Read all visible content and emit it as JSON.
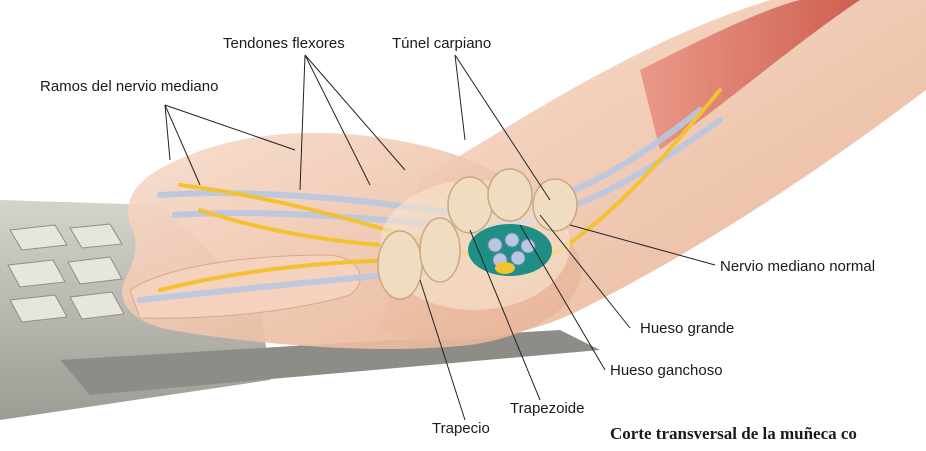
{
  "labels": {
    "tendones_flexores": "Tendones flexores",
    "tunel_carpiano": "Túnel carpiano",
    "ramos_nervio_mediano": "Ramos del nervio mediano",
    "nervio_mediano_normal": "Nervio mediano normal",
    "hueso_grande": "Hueso grande",
    "hueso_ganchoso": "Hueso ganchoso",
    "trapezoide": "Trapezoide",
    "trapecio": "Trapecio"
  },
  "caption": "Corte transversal de la muñeca co",
  "colors": {
    "skin": "#f1c9b0",
    "muscle": "#d9685a",
    "tendon": "#b9c7e0",
    "nerve": "#f2c230",
    "bone": "#f0dcc0",
    "tunnel": "#1f8f86",
    "keyboard": "#b8b8b0"
  }
}
